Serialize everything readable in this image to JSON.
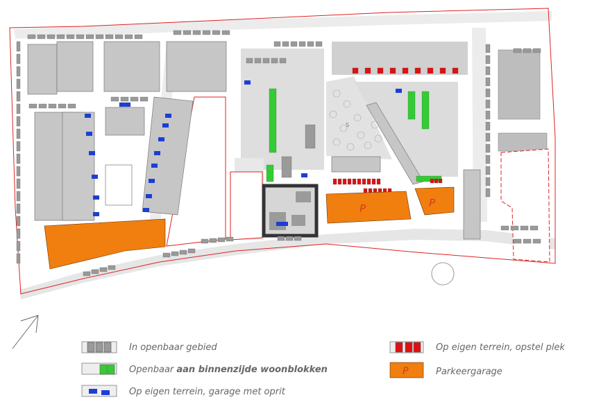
{
  "map": {
    "north_arrow_icon": "north-arrow-icon",
    "parking_marker": "P",
    "plaza_marker": "S",
    "colors": {
      "public_parking": "#9a9a9a",
      "interior_parking": "#33cc33",
      "private_garage": "#1b3fd6",
      "private_spot": "#e01010",
      "parking_garage": "#f07f10",
      "plan_boundary": "#dd2222",
      "building_fill": "#c6c6c6",
      "road_fill": "#e0e0e0"
    }
  },
  "legend": {
    "items": [
      {
        "key": "public",
        "label_pre": "In openbaar gebied",
        "label_bold": "",
        "label_post": "",
        "color": "#9a9a9a"
      },
      {
        "key": "interior",
        "label_pre": "Openbaar ",
        "label_bold": "aan binnenzijde woonblokken",
        "label_post": "",
        "color": "#33cc33"
      },
      {
        "key": "garage",
        "label_pre": "Op eigen terrein, garage met oprit",
        "label_bold": "",
        "label_post": "",
        "color": "#1b3fd6"
      },
      {
        "key": "spot",
        "label_pre": "Op eigen terrein, opstel plek",
        "label_bold": "",
        "label_post": "",
        "color": "#e01010"
      },
      {
        "key": "garage_p",
        "label_pre": "Parkeergarage",
        "label_bold": "",
        "label_post": "",
        "color": "#f07f10"
      }
    ]
  }
}
